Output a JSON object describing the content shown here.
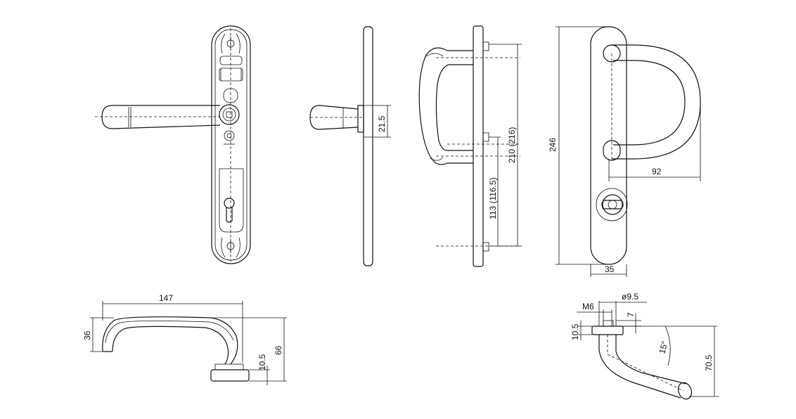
{
  "dimensions": {
    "length_147": "147",
    "height_36": "36",
    "height_66": "66",
    "height_10_5_left": "10.5",
    "rose_21_5": "21.5",
    "spacing_113": "113 (116.5)",
    "spacing_210": "210 (216)",
    "plate_246": "246",
    "projection_92": "92",
    "width_35": "35",
    "thread_m6": "M6",
    "dia_9_5": "ø9.5",
    "depth_7": "7",
    "height_10_5_right": "10.5",
    "angle_15": "15°",
    "drop_70_5": "70.5"
  }
}
